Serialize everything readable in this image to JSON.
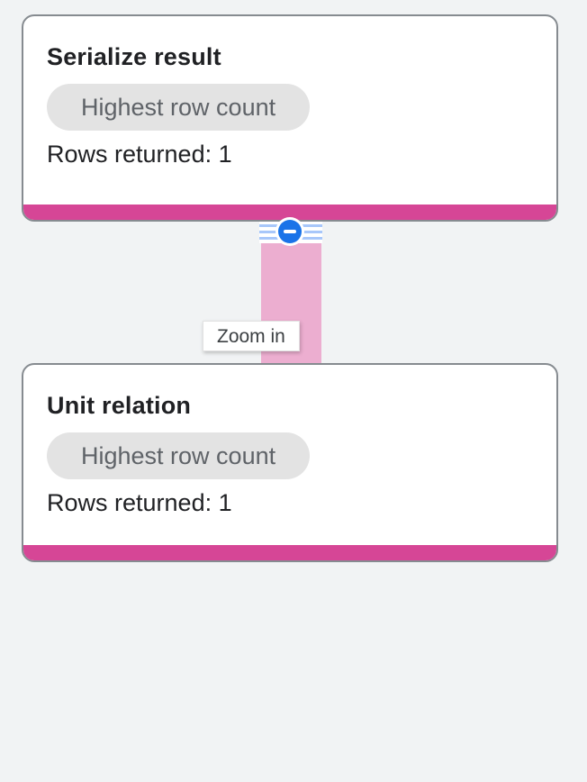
{
  "graph": {
    "nodes": [
      {
        "title": "Serialize result",
        "badge": "Highest row count",
        "rows": "Rows returned: 1"
      },
      {
        "title": "Unit relation",
        "badge": "Highest row count",
        "rows": "Rows returned: 1"
      }
    ],
    "edge": {
      "tooltip": "Zoom in",
      "collapse_icon": "minus-icon"
    }
  },
  "colors": {
    "page_background": "#f1f3f4",
    "node_accent_bar": "#d64696",
    "edge_fill": "#ecaed0",
    "edge_stripes": "#a8c7fa",
    "collapse_button": "#1a73e8",
    "badge_background": "#e3e3e3",
    "badge_text": "#5f6368",
    "card_border": "#868b90",
    "title_text": "#202124",
    "tooltip_text": "#3c4043"
  }
}
